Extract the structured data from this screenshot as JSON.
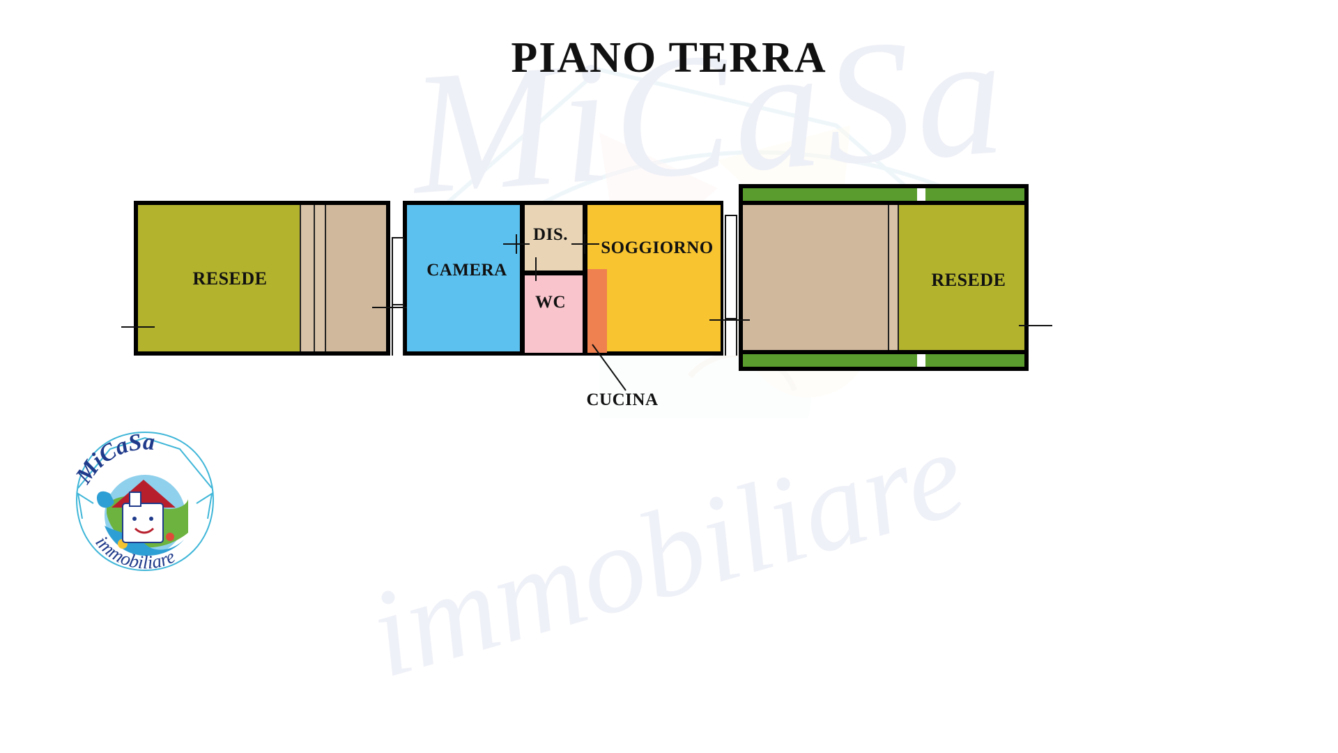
{
  "document": {
    "title": "PIANO TERRA",
    "type": "floor-plan",
    "language": "it"
  },
  "watermark": {
    "line1": "MiCaSa",
    "line2": "immobiliare"
  },
  "logo": {
    "brand_top": "MiCaSa",
    "brand_bottom": "immobiliare",
    "colors": {
      "text_blue": "#1f3a8a",
      "outline_cyan": "#3fb6d8",
      "roof_red": "#b81f2d",
      "globe_blue": "#2e9fd4",
      "globe_green": "#6db33f"
    }
  },
  "rooms": [
    {
      "id": "resede-left",
      "label": "RESEDE",
      "color": "#b3b32e",
      "group": "left-yard"
    },
    {
      "id": "camera",
      "label": "CAMERA",
      "color": "#5cc1ef",
      "group": "building"
    },
    {
      "id": "disimpegno",
      "label": "DIS.",
      "color": "#e9d5b6",
      "group": "building"
    },
    {
      "id": "wc",
      "label": "WC",
      "color": "#f9c4cc",
      "group": "building"
    },
    {
      "id": "cucina",
      "label": "CUCINA",
      "color": "#ef8050",
      "group": "building"
    },
    {
      "id": "soggiorno",
      "label": "SOGGIORNO",
      "color": "#f8c430",
      "group": "building"
    },
    {
      "id": "resede-right",
      "label": "RESEDE",
      "color": "#b3b32e",
      "group": "right-yard"
    }
  ],
  "palette": {
    "tan": "#cfb89c",
    "tan_light": "#d8c3a8",
    "olive": "#b3b32e",
    "grass_green": "#5a9c2e",
    "blue_camera": "#5cc1ef",
    "beige_dis": "#e9d5b6",
    "pink_wc": "#f9c4cc",
    "orange_cucina": "#ef8050",
    "yellow_sogg": "#f8c430",
    "wall_black": "#000000",
    "page_bg": "#ffffff"
  },
  "annotations": {
    "cucina_callout": "CUCINA"
  }
}
